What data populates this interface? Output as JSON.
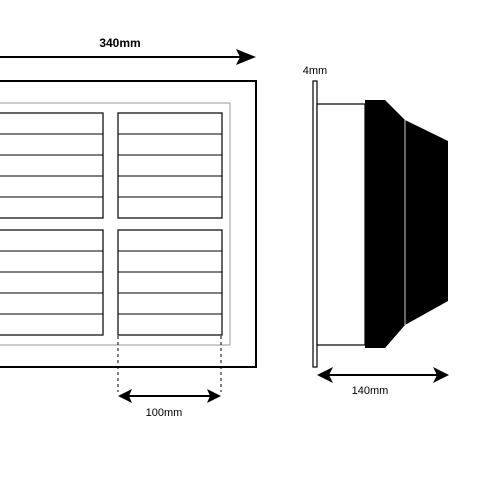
{
  "dimensions": {
    "overall_width": "340mm",
    "plate_thickness": "4mm",
    "louvre_panel_width": "100mm",
    "depth": "140mm"
  },
  "colors": {
    "outline": "#000000",
    "inner_frame": "#999999",
    "body_fill": "#000000",
    "background": "#ffffff"
  }
}
